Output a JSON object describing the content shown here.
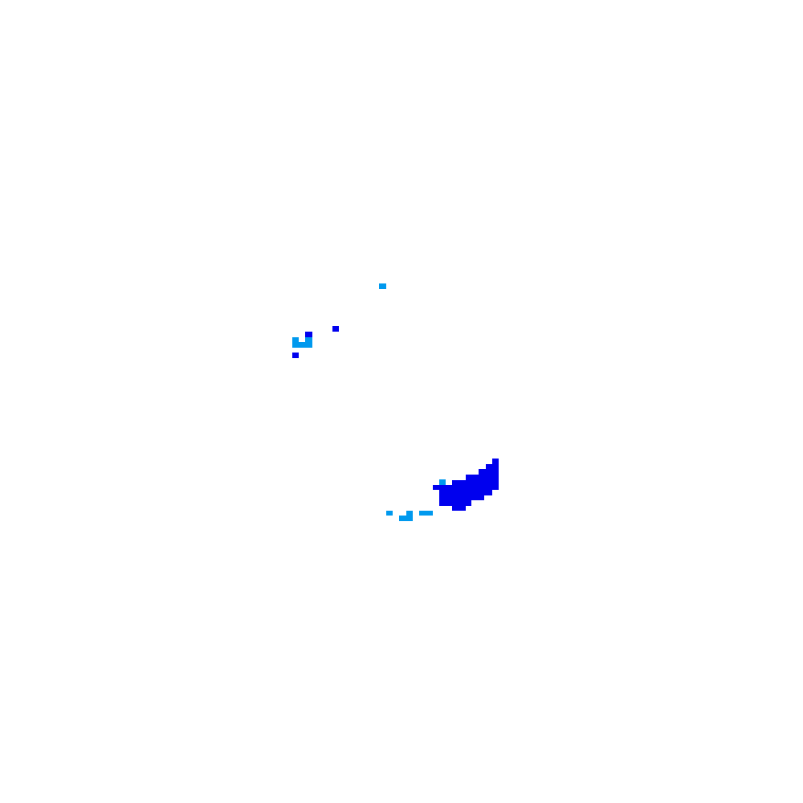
{
  "palette": {
    "background": "#ffffff",
    "dark_blue": "#0000ee",
    "light_blue": "#0099ee"
  },
  "regions": [
    {
      "name": "isolated-pixel",
      "color_key": "light_blue"
    },
    {
      "name": "upper-left-cluster",
      "color_key": "mixed"
    },
    {
      "name": "main-dark-blob",
      "color_key": "dark_blue"
    },
    {
      "name": "lower-light-fragments",
      "color_key": "light_blue"
    }
  ]
}
